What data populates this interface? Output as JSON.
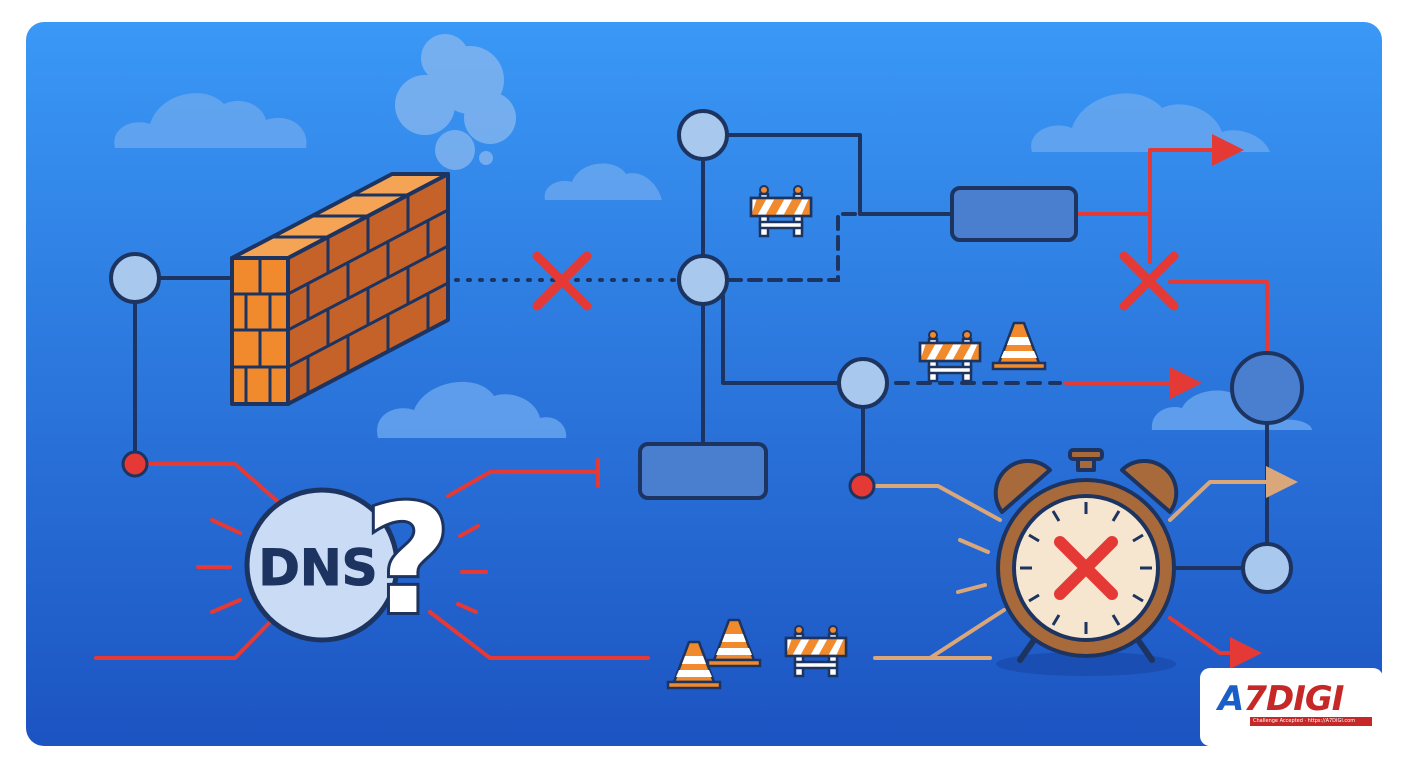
{
  "dns": {
    "label": "DNS",
    "glyph": "?"
  },
  "logo": {
    "brand_a": "A",
    "brand_rest": "7DIGI",
    "tagline": "Challenge Accepted · https://A7DIGI.com"
  },
  "colors": {
    "background_top": "#3a98f6",
    "background_bottom": "#1c54c2",
    "line": "#1d3461",
    "node_fill": "#a8c8ee",
    "red": "#e53935",
    "brick": "#f08a2c",
    "tan": "#d9a77a",
    "clock": "#a86a3a"
  }
}
